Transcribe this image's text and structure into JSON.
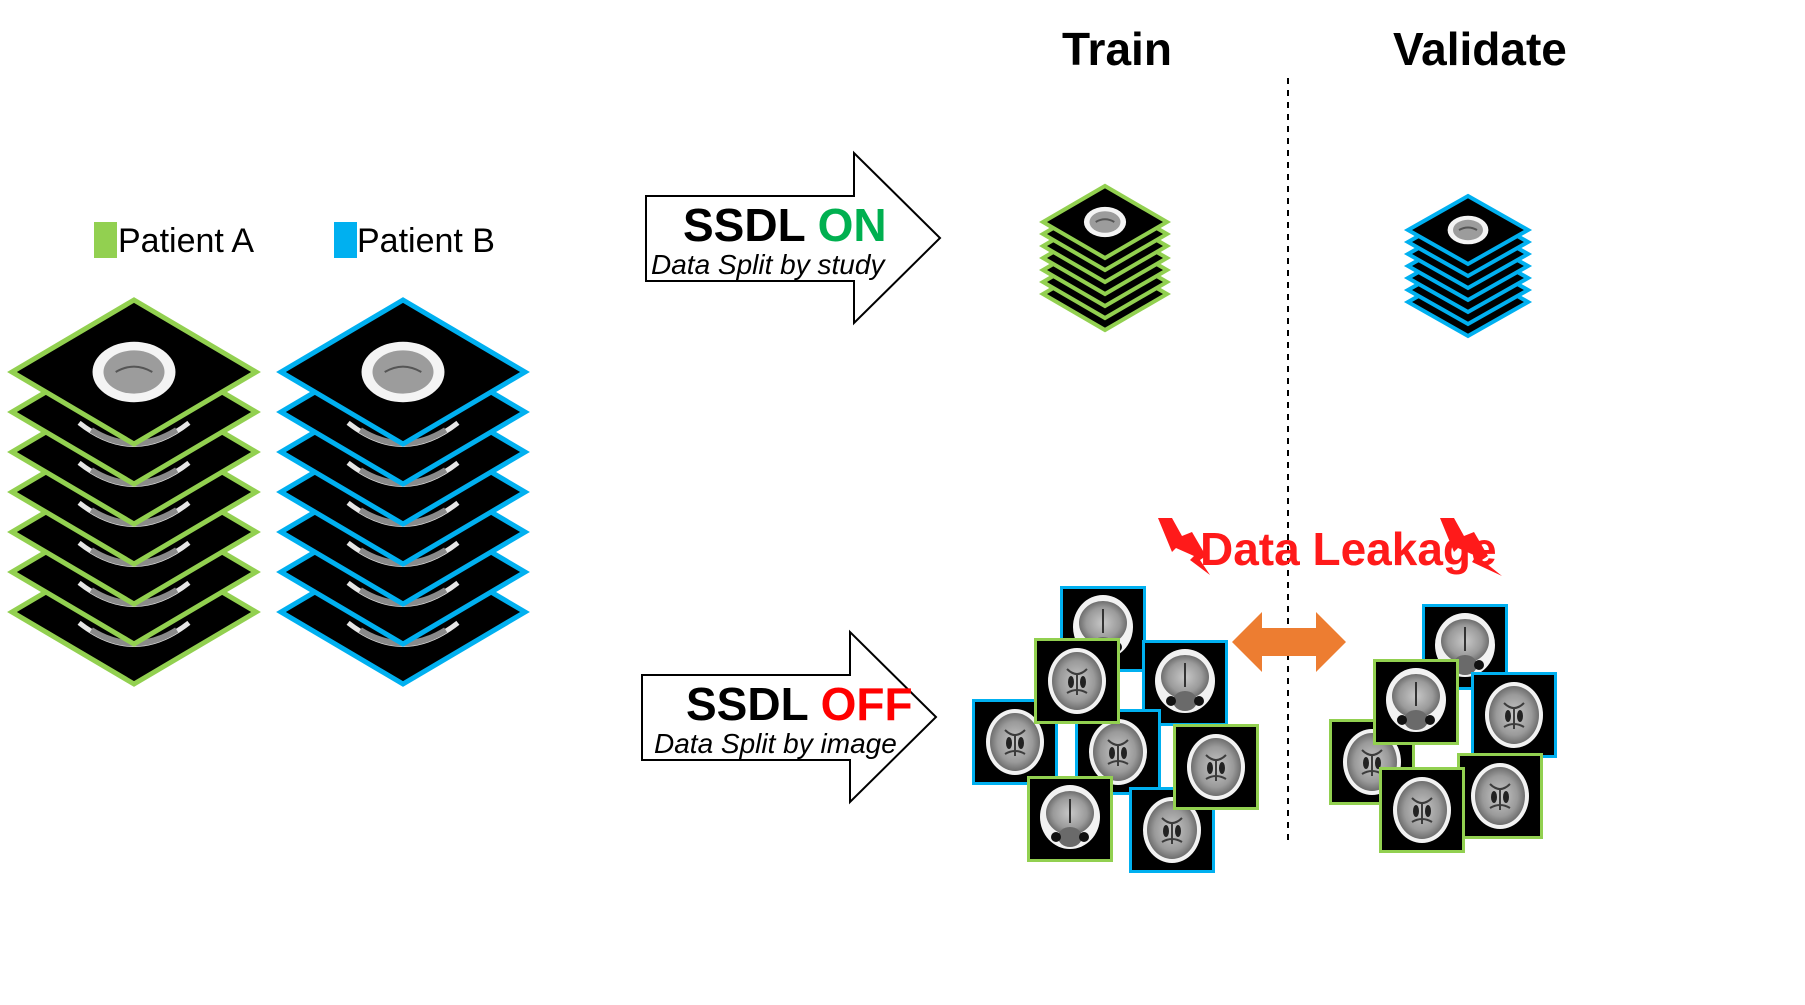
{
  "headers": {
    "train": "Train",
    "validate": "Validate"
  },
  "legend": [
    {
      "label": "Patient A",
      "color": "#92d050"
    },
    {
      "label": "Patient B",
      "color": "#00b0f0"
    }
  ],
  "ssdl_on": {
    "prefix": "SSDL",
    "state": "ON",
    "state_color": "#00b050",
    "subtitle": "Data Split by study"
  },
  "ssdl_off": {
    "prefix": "SSDL",
    "state": "OFF",
    "state_color": "#ff0000",
    "subtitle": "Data Split by image"
  },
  "leakage": {
    "label": "Data Leakage",
    "color": "#ff1a1a",
    "arrow_color": "#ed7d31"
  },
  "colors": {
    "patient_a": "#92d050",
    "patient_b": "#00b0f0"
  }
}
